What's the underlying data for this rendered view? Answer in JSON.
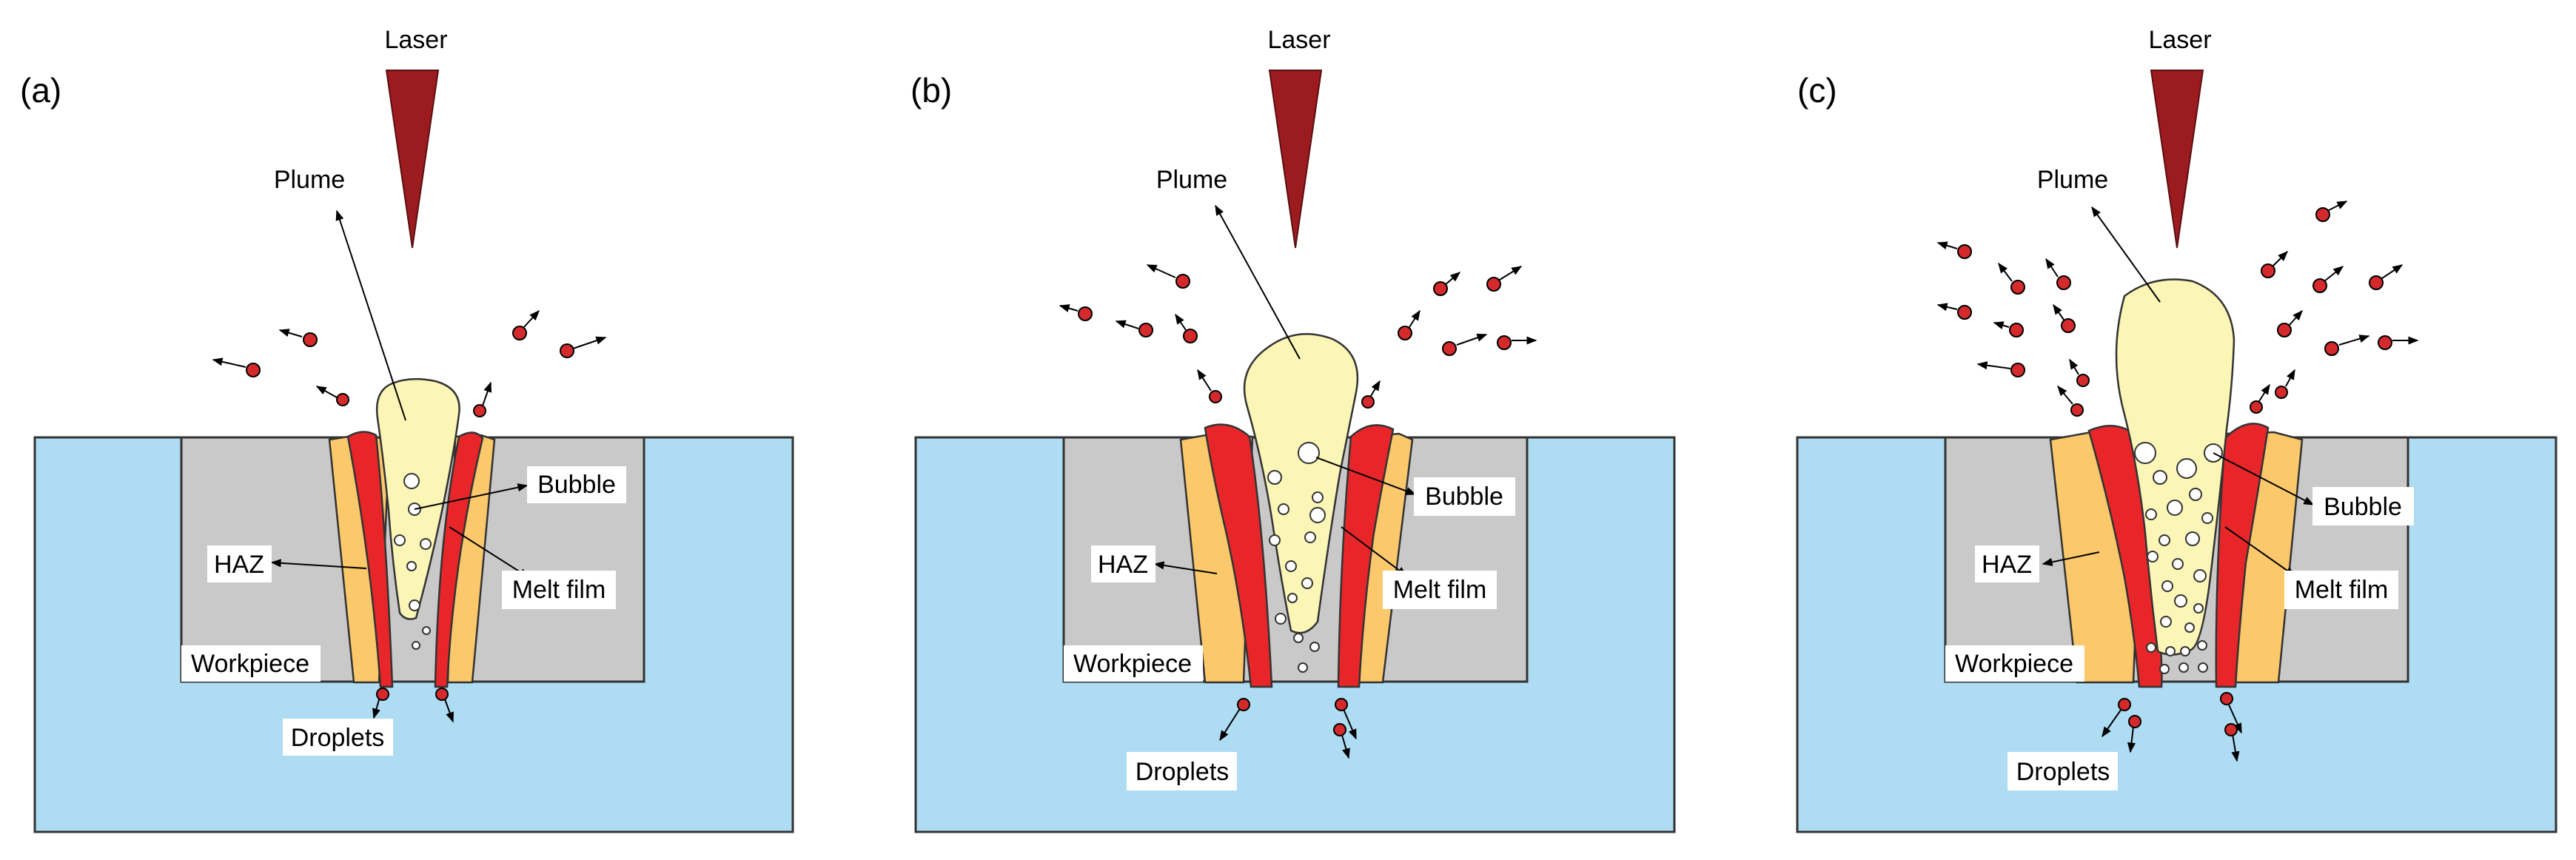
{
  "panels": [
    {
      "id": "a",
      "panel_label": "(a)",
      "laser": "Laser",
      "plume": "Plume",
      "bubble": "Bubble",
      "haz": "HAZ",
      "melt_film": "Melt film",
      "workpiece": "Workpiece",
      "droplets": "Droplets"
    },
    {
      "id": "b",
      "panel_label": "(b)",
      "laser": "Laser",
      "plume": "Plume",
      "bubble": "Bubble",
      "haz": "HAZ",
      "melt_film": "Melt film",
      "workpiece": "Workpiece",
      "droplets": "Droplets"
    },
    {
      "id": "c",
      "panel_label": "(c)",
      "laser": "Laser",
      "plume": "Plume",
      "bubble": "Bubble",
      "haz": "HAZ",
      "melt_film": "Melt film",
      "workpiece": "Workpiece",
      "droplets": "Droplets"
    }
  ],
  "colors": {
    "background_block": "#addcf3",
    "workpiece": "#c9c9c9",
    "haz": "#fbc86b",
    "melt_film": "#e8262a",
    "plume": "#fbf5b6",
    "laser": "#9c1b1f",
    "particle": "#d42a2c"
  }
}
